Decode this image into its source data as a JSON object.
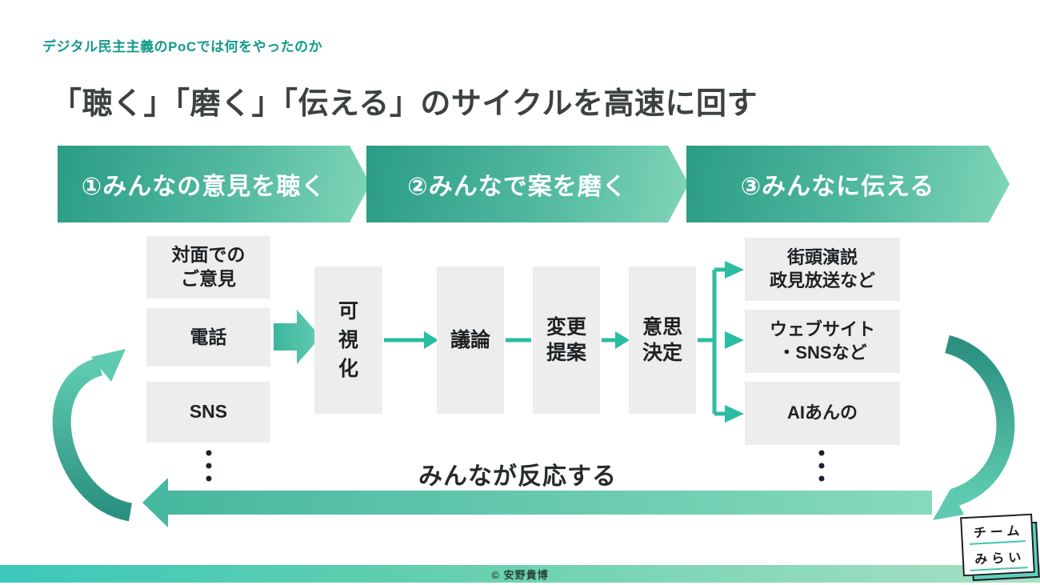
{
  "slide": {
    "eyebrow": "デジタル民主主義のPoCでは何をやったのか",
    "title": "「聴く」「磨く」「伝える」のサイクルを高速に回す",
    "footer_copyright": "© 安野貴博"
  },
  "banners": [
    {
      "label": "①みんなの意見を聴く"
    },
    {
      "label": "②みんなで案を磨く"
    },
    {
      "label": "③みんなに伝える"
    }
  ],
  "flow": {
    "inputs": [
      {
        "lines": [
          "対面での",
          "ご意見"
        ]
      },
      {
        "lines": [
          "電話"
        ]
      },
      {
        "lines": [
          "SNS"
        ]
      }
    ],
    "process": [
      {
        "lines": [
          "可",
          "視",
          "化"
        ]
      },
      {
        "lines": [
          "議論"
        ]
      },
      {
        "lines": [
          "変更",
          "提案"
        ]
      },
      {
        "lines": [
          "意思",
          "決定"
        ]
      }
    ],
    "outputs": [
      {
        "lines": [
          "街頭演説",
          "政見放送など"
        ]
      },
      {
        "lines": [
          "ウェブサイト",
          "・SNSなど"
        ]
      },
      {
        "lines": [
          "AIあんの"
        ]
      }
    ],
    "feedback_label": "みんなが反応する"
  },
  "logo": {
    "line1": "チーム",
    "line2": "みらい"
  },
  "colors": {
    "accent_teal": "#2abda1",
    "banner_gradient_dark": "#2b9c87",
    "banner_gradient_light": "#80d5b8",
    "cycle_dark": "#2b9080",
    "cycle_light": "#5ecbb0",
    "box_background": "#ededed",
    "footer_gradient_left": "#3cc8ba",
    "footer_gradient_right": "#a9e0c4",
    "eyebrow_text": "#14998c",
    "title_text": "#3c423f"
  }
}
